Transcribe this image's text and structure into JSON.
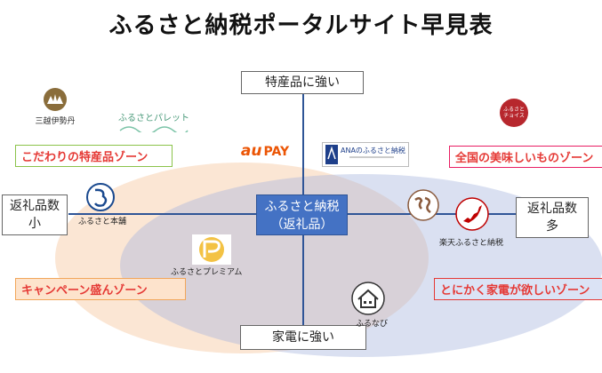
{
  "title": "ふるさと納税ポータルサイト早見表",
  "axes": {
    "top": "特産品に強い",
    "bottom": "家電に強い",
    "left_line1": "返礼品数",
    "left_line2": "小",
    "right_line1": "返礼品数",
    "right_line2": "多"
  },
  "center": {
    "line1": "ふるさと納税",
    "line2": "（返礼品）"
  },
  "zones": {
    "top_left": "こだわりの特産品ゾーン",
    "top_right": "全国の美味しいものゾーン",
    "bottom_left": "キャンペーン盛んゾーン",
    "bottom_right": "とにかく家電が欲しいゾーン"
  },
  "sites": {
    "mitsukoshi": "三越伊勢丹",
    "palette": "ふるさとパレット",
    "au_pay": "PAY",
    "au_text": "au",
    "ana_line1": "ANAのふるさと納税",
    "choice_line1": "ふるさと",
    "choice_line2": "チョイス",
    "honpo": "ふるさと本舗",
    "premium": "ふるさとプレミアム",
    "rakuten": "楽天ふるさと納税",
    "furunavi": "ふるなび"
  },
  "colors": {
    "accent_blue": "#4472c4",
    "axis_blue": "#2f5597",
    "zone_red": "#e53935",
    "orange_region": "#f3b078",
    "blue_region": "#a6b6de"
  }
}
